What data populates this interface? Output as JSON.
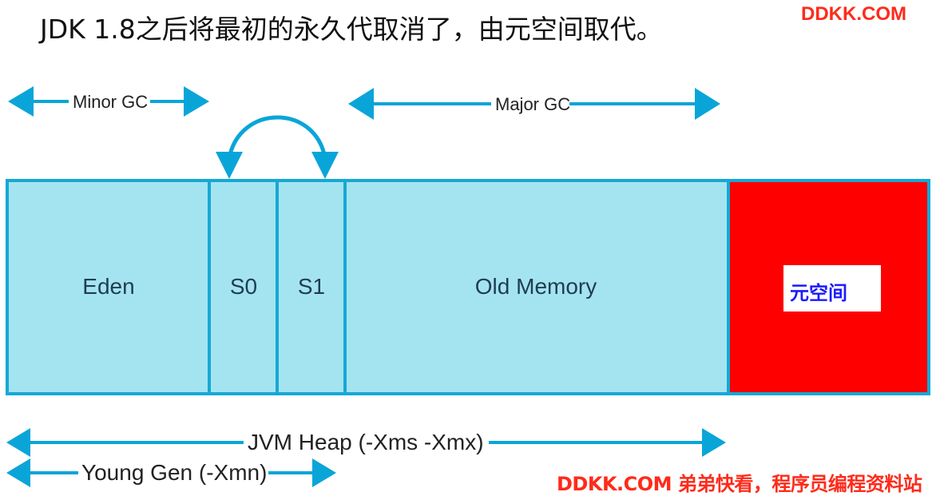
{
  "header": {
    "title": "JDK 1.8之后将最初的永久代取消了，由元空间取代。",
    "watermark": "DDKK.COM"
  },
  "footer": {
    "watermark": "DDKK.COM 弟弟快看，程序员编程资料站"
  },
  "diagram": {
    "arrows": {
      "minor_gc": "Minor GC",
      "major_gc": "Major GC",
      "jvm_heap": "JVM Heap (-Xms -Xmx)",
      "young_gen": "Young Gen (-Xmn)"
    },
    "segments": {
      "eden": "Eden",
      "s0": "S0",
      "s1": "S1",
      "old_memory": "Old Memory",
      "metaspace": "元空间"
    },
    "colors": {
      "arrow": "#0aa5d8",
      "segment_fill": "#a6e6f2",
      "segment_border": "#16a8d6",
      "metaspace_fill": "#ff0000",
      "metaspace_label_bg": "#ffffff",
      "metaspace_label_text": "#1a1aff",
      "watermark": "#ff2a1a"
    }
  }
}
